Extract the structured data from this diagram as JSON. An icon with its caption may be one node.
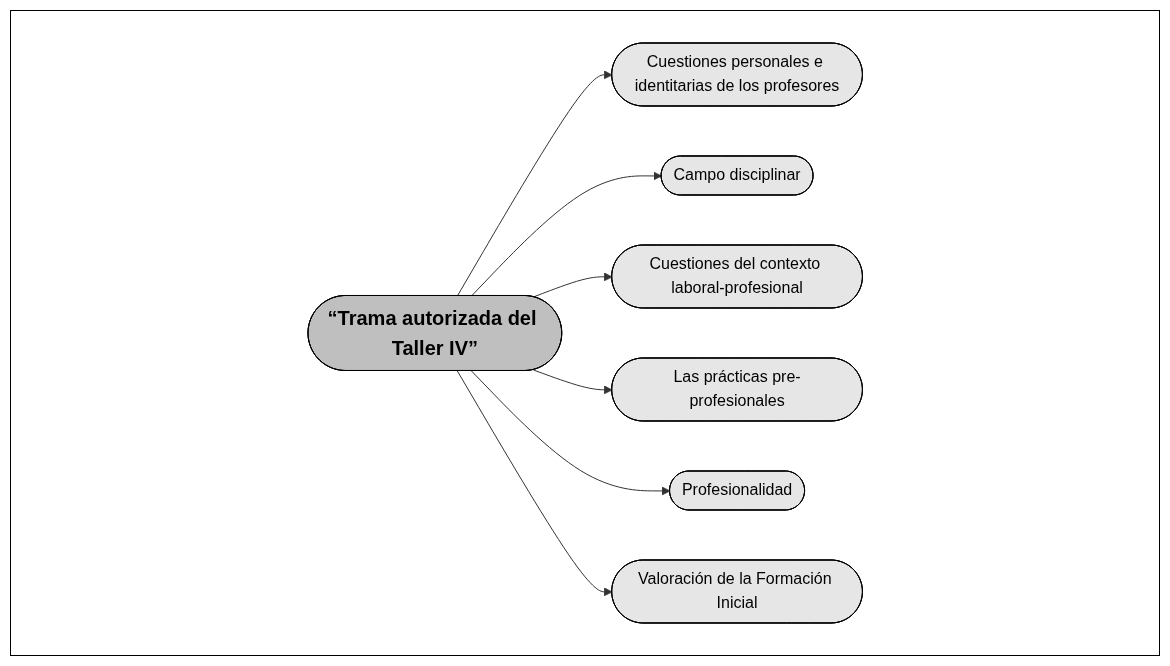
{
  "diagram": {
    "nodes": [
      {
        "text": [
          "“Trama autorizada del Taller IV”"
        ]
      },
      {
        "text": [
          "Cuestiones personales e identitarias de los profesores"
        ]
      },
      {
        "text": [
          "Campo disciplinar"
        ]
      },
      {
        "text": [
          "Cuestiones del contexto laboral-profesional"
        ]
      },
      {
        "text": [
          "Las prácticas pre-profesionales"
        ]
      },
      {
        "text": [
          "Profesionalidad"
        ]
      },
      {
        "text": [
          "Valoración de la Formación Inicial"
        ]
      }
    ],
    "edges": [
      {
        "from": 0,
        "to": 1,
        "arrow": "to"
      },
      {
        "from": 0,
        "to": 2,
        "arrow": "to"
      },
      {
        "from": 0,
        "to": 3,
        "arrow": "to"
      },
      {
        "from": 0,
        "to": 4,
        "arrow": "to"
      },
      {
        "from": 0,
        "to": 5,
        "arrow": "to"
      },
      {
        "from": 0,
        "to": 6,
        "arrow": "to"
      }
    ]
  }
}
